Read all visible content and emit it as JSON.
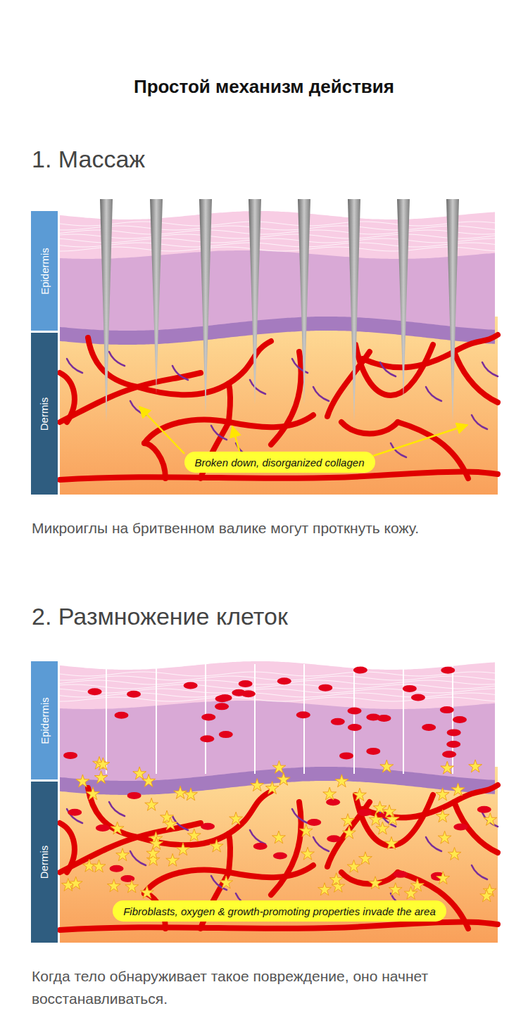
{
  "diagram": {
    "title": "Простой механизм действия",
    "nodes": [
      {
        "text": [
          "Epidermis"
        ]
      },
      {
        "text": [
          "Dermis"
        ]
      },
      {
        "text": [
          "Broken down, disorganized collagen"
        ]
      },
      {
        "text": [
          "Epidermis"
        ]
      },
      {
        "text": [
          "Dermis"
        ]
      },
      {
        "text": [
          "Fibroblasts, oxygen & growth-promoting properties invade the area"
        ]
      }
    ],
    "labels": [
      "1. Массаж",
      "Микроиглы на бритвенном валике могут проткнуть кожу.",
      "2. Размножение клеток",
      "Когда тело обнаруживает такое повреждение, оно начнет восстанавливаться."
    ]
  }
}
